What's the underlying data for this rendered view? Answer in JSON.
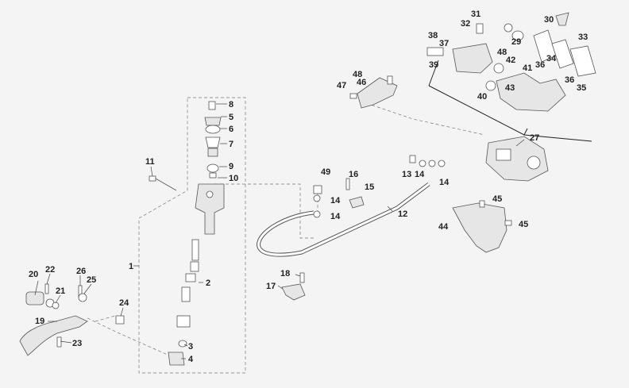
{
  "labels": {
    "p1": "1",
    "p2": "2",
    "p3": "3",
    "p4": "4",
    "p5": "5",
    "p6": "6",
    "p7": "7",
    "p8": "8",
    "p9": "9",
    "p10": "10",
    "p11": "11",
    "p12": "12",
    "p13": "13",
    "p14a": "14",
    "p14b": "14",
    "p14c": "14",
    "p14d": "14",
    "p15": "15",
    "p16": "16",
    "p17": "17",
    "p18": "18",
    "p19": "19",
    "p20": "20",
    "p21": "21",
    "p22": "22",
    "p23": "23",
    "p24": "24",
    "p25": "25",
    "p26": "26",
    "p27": "27",
    "p29": "29",
    "p30": "30",
    "p31": "31",
    "p32": "32",
    "p33": "33",
    "p34": "34",
    "p35": "35",
    "p36a": "36",
    "p36b": "36",
    "p37": "37",
    "p38": "38",
    "p39": "39",
    "p40": "40",
    "p41": "41",
    "p42": "42",
    "p43": "43",
    "p44": "44",
    "p45a": "45",
    "p45b": "45",
    "p46": "46",
    "p47": "47",
    "p48a": "48",
    "p48b": "48",
    "p49": "49"
  },
  "colors": {
    "background": "#f4f4f4",
    "line": "#555555",
    "label": "#222222"
  }
}
